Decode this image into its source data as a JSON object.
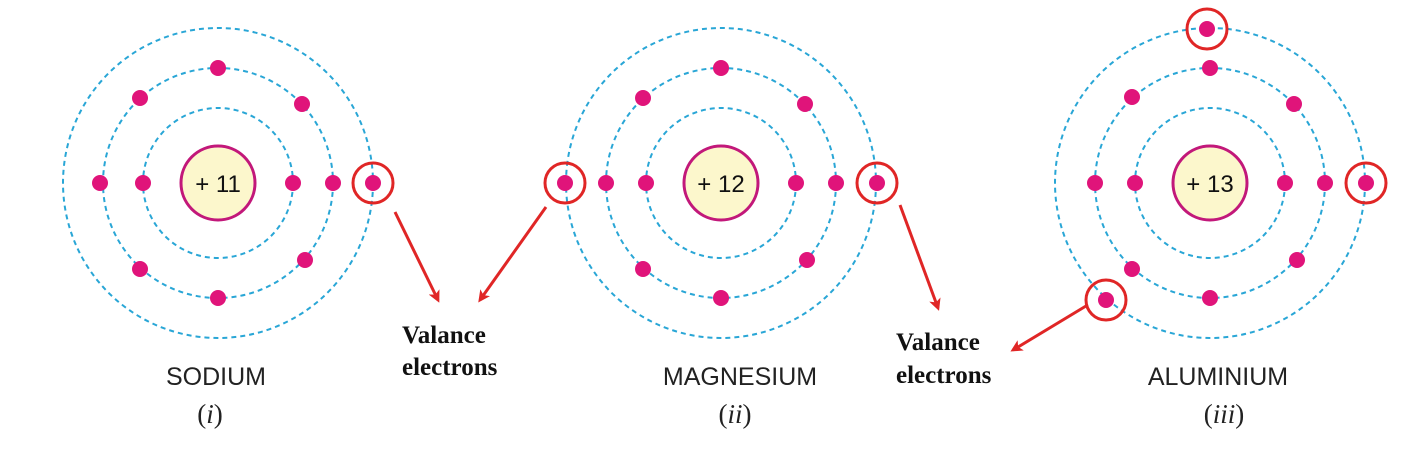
{
  "atoms": [
    {
      "name": "SODIUM",
      "numeral": "i",
      "nucleus": "+ 11",
      "shells": [
        2,
        8,
        1
      ]
    },
    {
      "name": "MAGNESIUM",
      "numeral": "ii",
      "nucleus": "+ 12",
      "shells": [
        2,
        8,
        2
      ]
    },
    {
      "name": "ALUMINIUM",
      "numeral": "iii",
      "nucleus": "+ 13",
      "shells": [
        2,
        8,
        3
      ]
    }
  ],
  "annotations": [
    {
      "line1": "Valance",
      "line2": "electrons"
    },
    {
      "line1": "Valance",
      "line2": "electrons"
    }
  ],
  "colors": {
    "electron": "#e0147a",
    "orbit": "#29a6d6",
    "nucleus_fill": "#fcf7cc",
    "nucleus_stroke": "#c2187a",
    "highlight": "#e02626",
    "arrow": "#e02626"
  }
}
